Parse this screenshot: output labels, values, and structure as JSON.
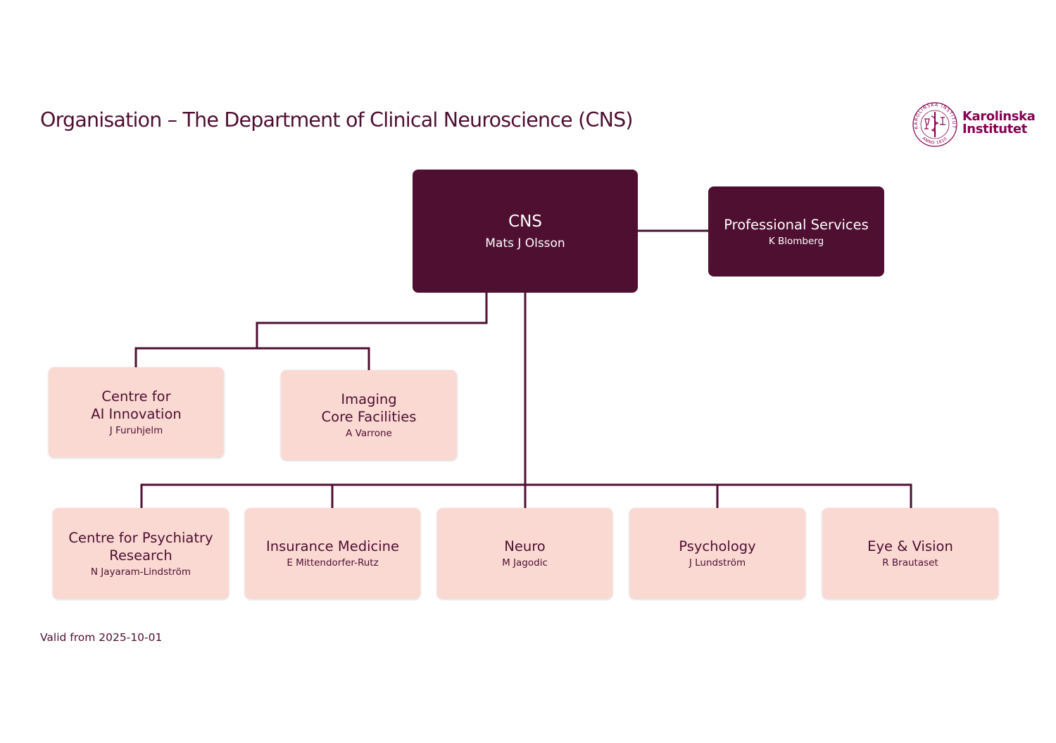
{
  "title": "Organisation – The Department of Clinical Neuroscience (CNS)",
  "logo": {
    "line1": "Karolinska",
    "line2": "Institutet",
    "seal_text": "KAROLINSKA INSTITUTET · ANNO 1810",
    "seal_name": "ki-seal"
  },
  "colors": {
    "primary": "#4e0f31",
    "light_box": "#fad9d3",
    "brand": "#870052"
  },
  "head": {
    "name": "CNS",
    "person": "Mats J Olsson"
  },
  "professional_services": {
    "name": "Professional Services",
    "person": "K Blomberg"
  },
  "centres": [
    {
      "name": "Centre for\nAI Innovation",
      "person": "J Furuhjelm"
    },
    {
      "name": "Imaging\nCore Facilities",
      "person": "A Varrone"
    }
  ],
  "divisions": [
    {
      "name": "Centre for Psychiatry\nResearch",
      "person": "N Jayaram-Lindström"
    },
    {
      "name": "Insurance Medicine",
      "person": "E Mittendorfer-Rutz"
    },
    {
      "name": "Neuro",
      "person": "M Jagodic"
    },
    {
      "name": "Psychology",
      "person": "J Lundström"
    },
    {
      "name": "Eye & Vision",
      "person": "R Brautaset"
    }
  ],
  "footer": "Valid from 2025-10-01"
}
